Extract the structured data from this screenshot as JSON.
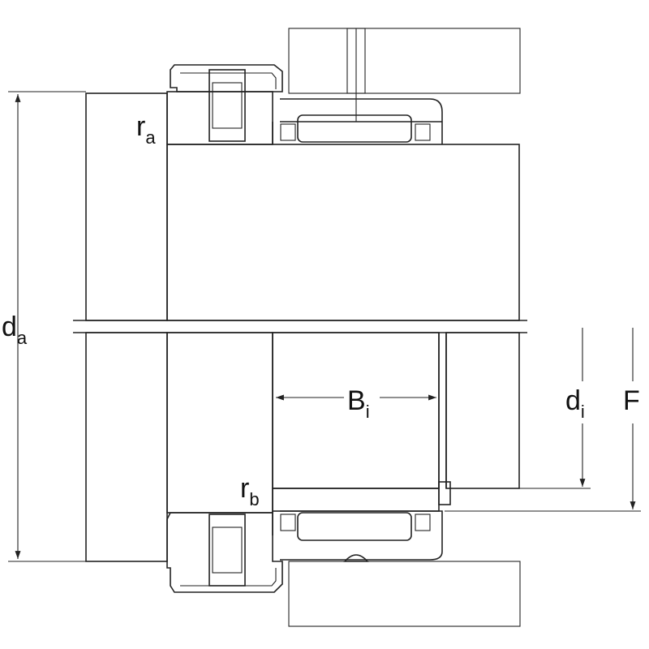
{
  "labels": {
    "ra": {
      "main": "r",
      "sub": "a"
    },
    "rb": {
      "main": "r",
      "sub": "b"
    },
    "da": {
      "main": "d",
      "sub": "a"
    },
    "bi": {
      "main": "B",
      "sub": "i"
    },
    "di": {
      "main": "d",
      "sub": "i"
    },
    "f": {
      "main": "F"
    }
  },
  "colors": {
    "housing": "#d4d4d4",
    "shaft_light": "#f2f2f2",
    "shaft_dark": "#d0d0d0",
    "line": "#222222"
  }
}
